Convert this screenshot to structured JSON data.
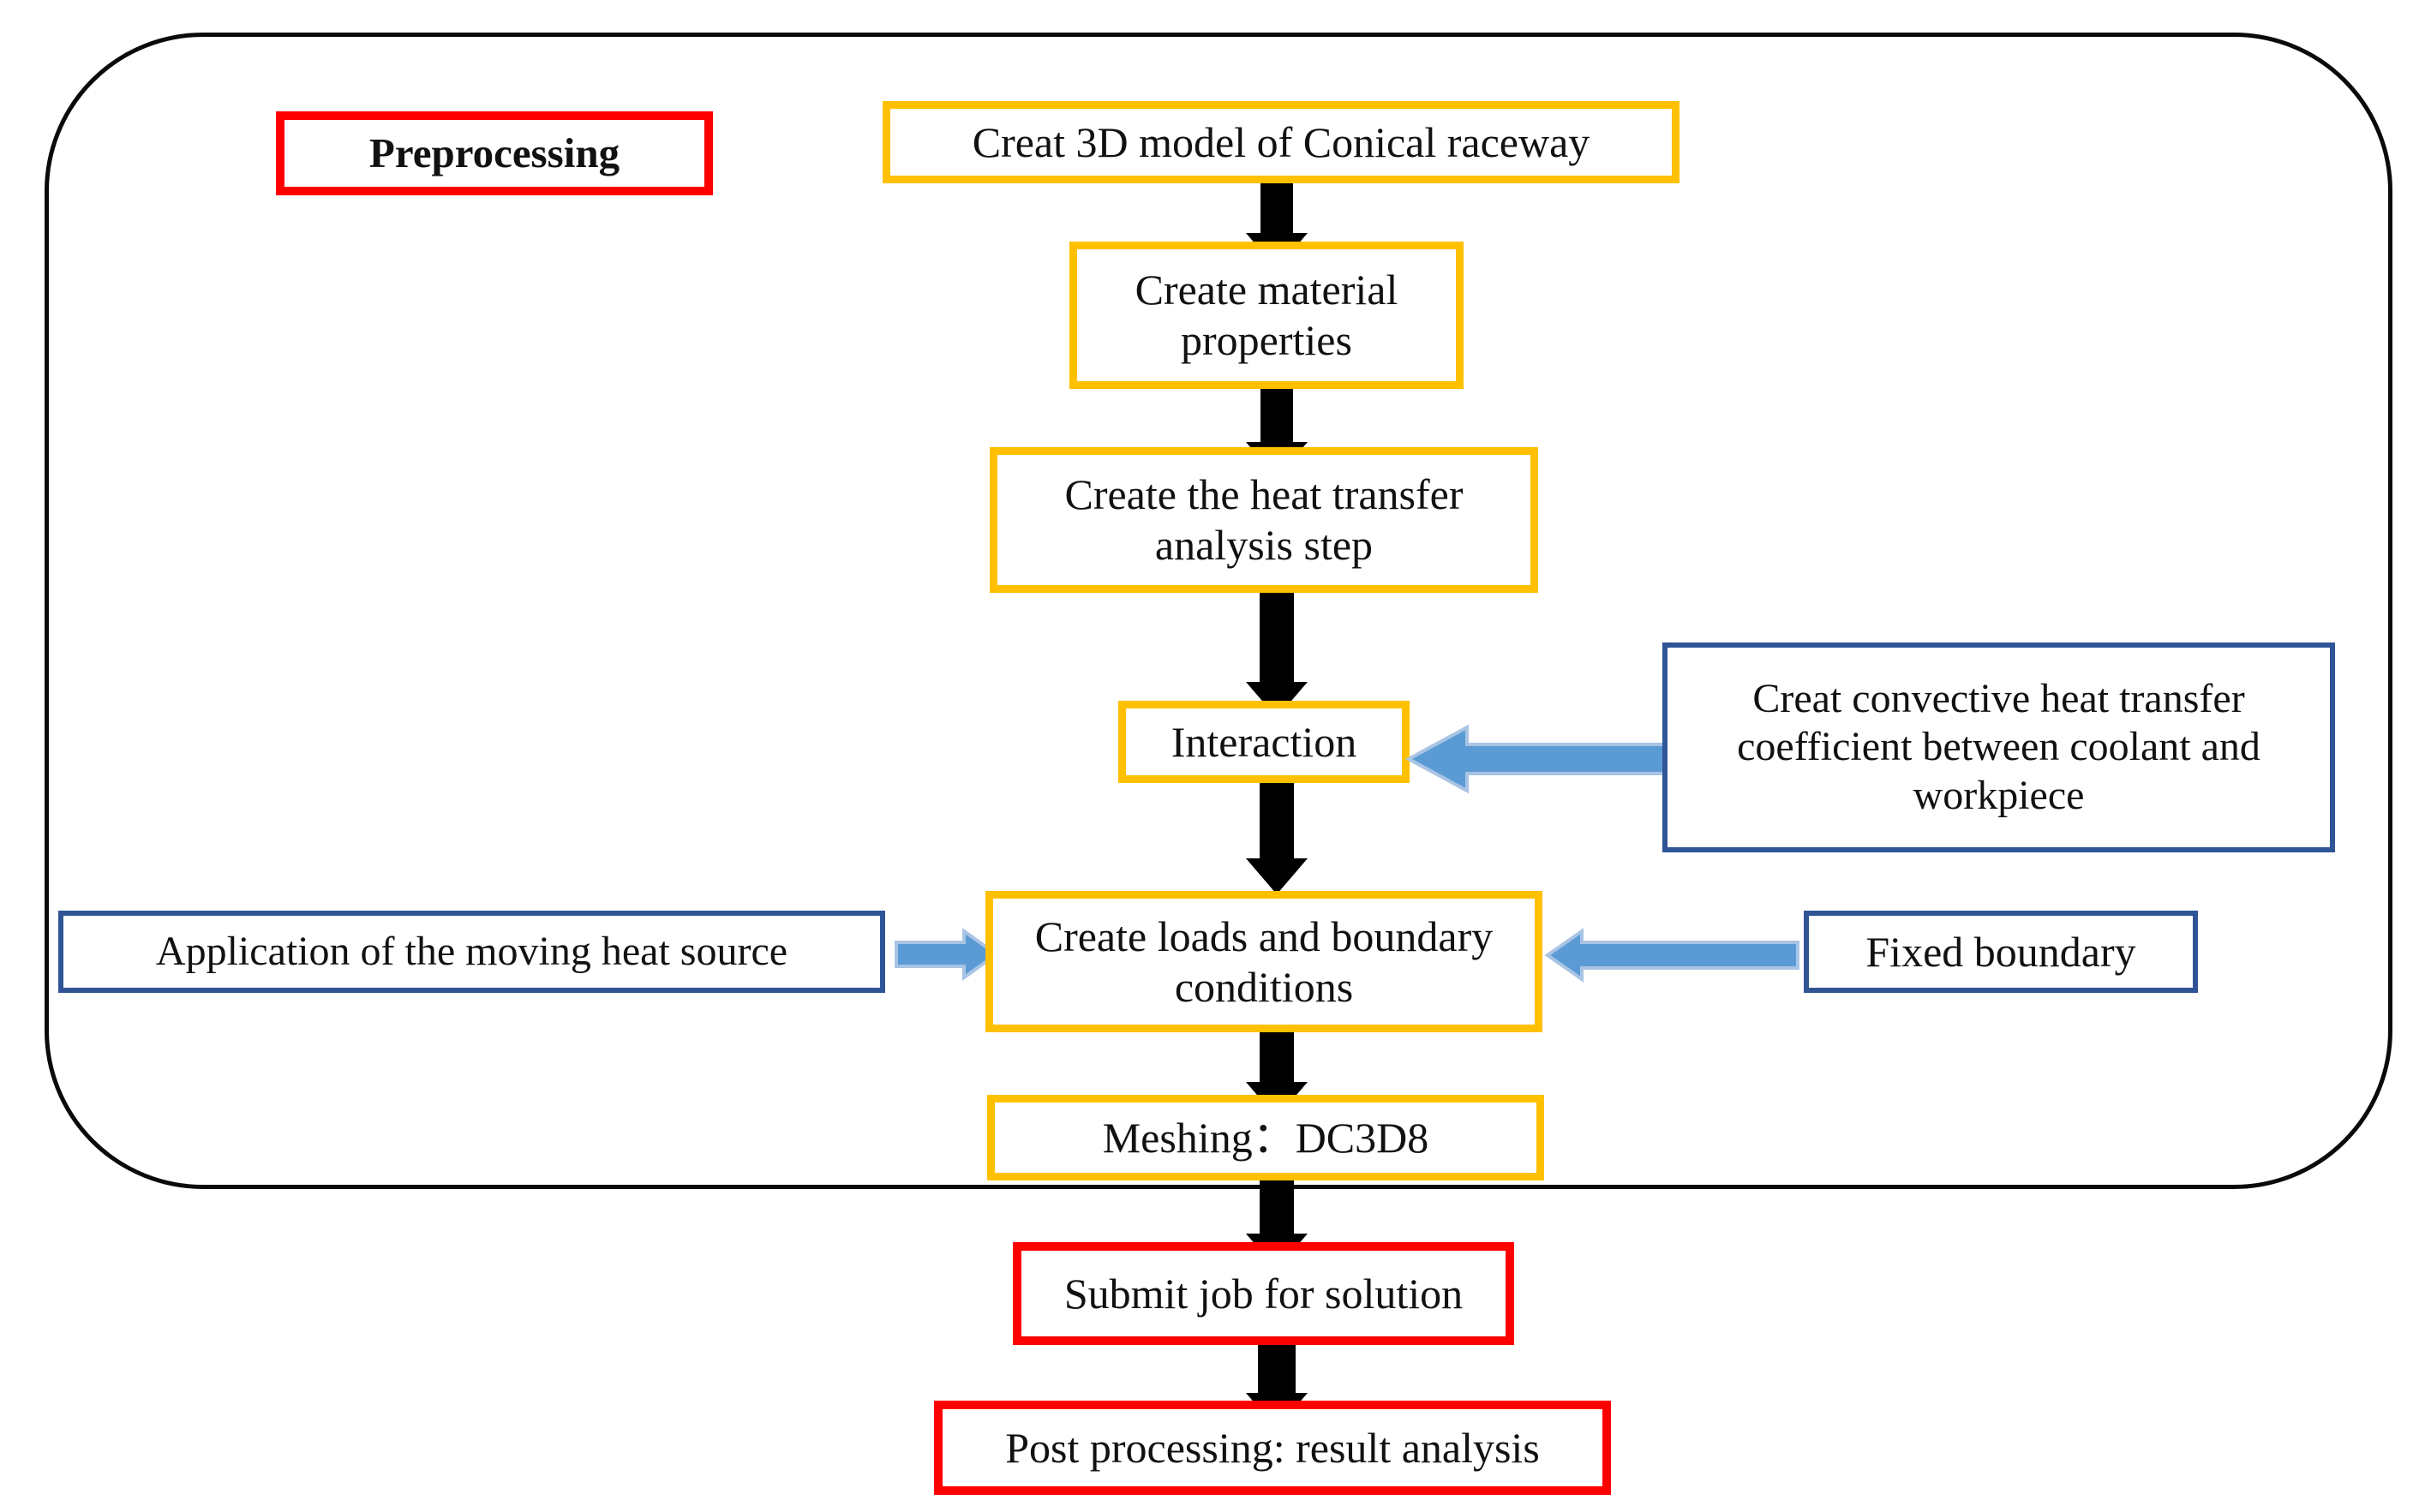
{
  "diagram": {
    "title": "FEM simulation workflow flowchart",
    "colors": {
      "orange_border": "#FFC000",
      "red_border": "#FF0000",
      "blue_border": "#2F5597",
      "blue_arrow_fill": "#5B9BD5",
      "blue_arrow_outline": "#A9C4E4",
      "black_arrow": "#000000",
      "container_border": "#0A0A0A",
      "text": "#111111",
      "background": "#FFFFFF"
    },
    "group_label": {
      "text": "Preprocessing",
      "style": "red"
    },
    "nodes": [
      {
        "id": "create-3d-model",
        "text": "Creat 3D model of Conical raceway",
        "style": "orange"
      },
      {
        "id": "create-material",
        "text": "Create material\nproperties",
        "style": "orange"
      },
      {
        "id": "create-step",
        "text": "Create the heat transfer\nanalysis step",
        "style": "orange"
      },
      {
        "id": "interaction",
        "text": "Interaction",
        "style": "orange"
      },
      {
        "id": "convective-coeff",
        "text": "Creat convective heat transfer\ncoefficient between coolant and\nworkpiece",
        "style": "blue"
      },
      {
        "id": "moving-heat-source",
        "text": "Application of the moving heat source",
        "style": "blue"
      },
      {
        "id": "loads-boundary",
        "text": "Create loads and boundary\nconditions",
        "style": "orange"
      },
      {
        "id": "fixed-boundary",
        "text": "Fixed boundary",
        "style": "blue"
      },
      {
        "id": "meshing",
        "text": "Meshing：DC3D8",
        "style": "orange"
      },
      {
        "id": "submit-job",
        "text": "Submit job for solution",
        "style": "red"
      },
      {
        "id": "post-processing",
        "text": "Post processing: result analysis",
        "style": "red"
      }
    ],
    "connections": [
      {
        "from": "create-3d-model",
        "to": "create-material",
        "type": "black-arrow-down"
      },
      {
        "from": "create-material",
        "to": "create-step",
        "type": "black-arrow-down"
      },
      {
        "from": "create-step",
        "to": "interaction",
        "type": "black-arrow-down"
      },
      {
        "from": "convective-coeff",
        "to": "interaction",
        "type": "blue-arrow-left"
      },
      {
        "from": "interaction",
        "to": "loads-boundary",
        "type": "black-arrow-down"
      },
      {
        "from": "moving-heat-source",
        "to": "loads-boundary",
        "type": "blue-arrow-right"
      },
      {
        "from": "fixed-boundary",
        "to": "loads-boundary",
        "type": "blue-arrow-left"
      },
      {
        "from": "loads-boundary",
        "to": "meshing",
        "type": "black-arrow-down"
      },
      {
        "from": "meshing",
        "to": "submit-job",
        "type": "black-arrow-down"
      },
      {
        "from": "submit-job",
        "to": "post-processing",
        "type": "black-arrow-down"
      }
    ]
  }
}
